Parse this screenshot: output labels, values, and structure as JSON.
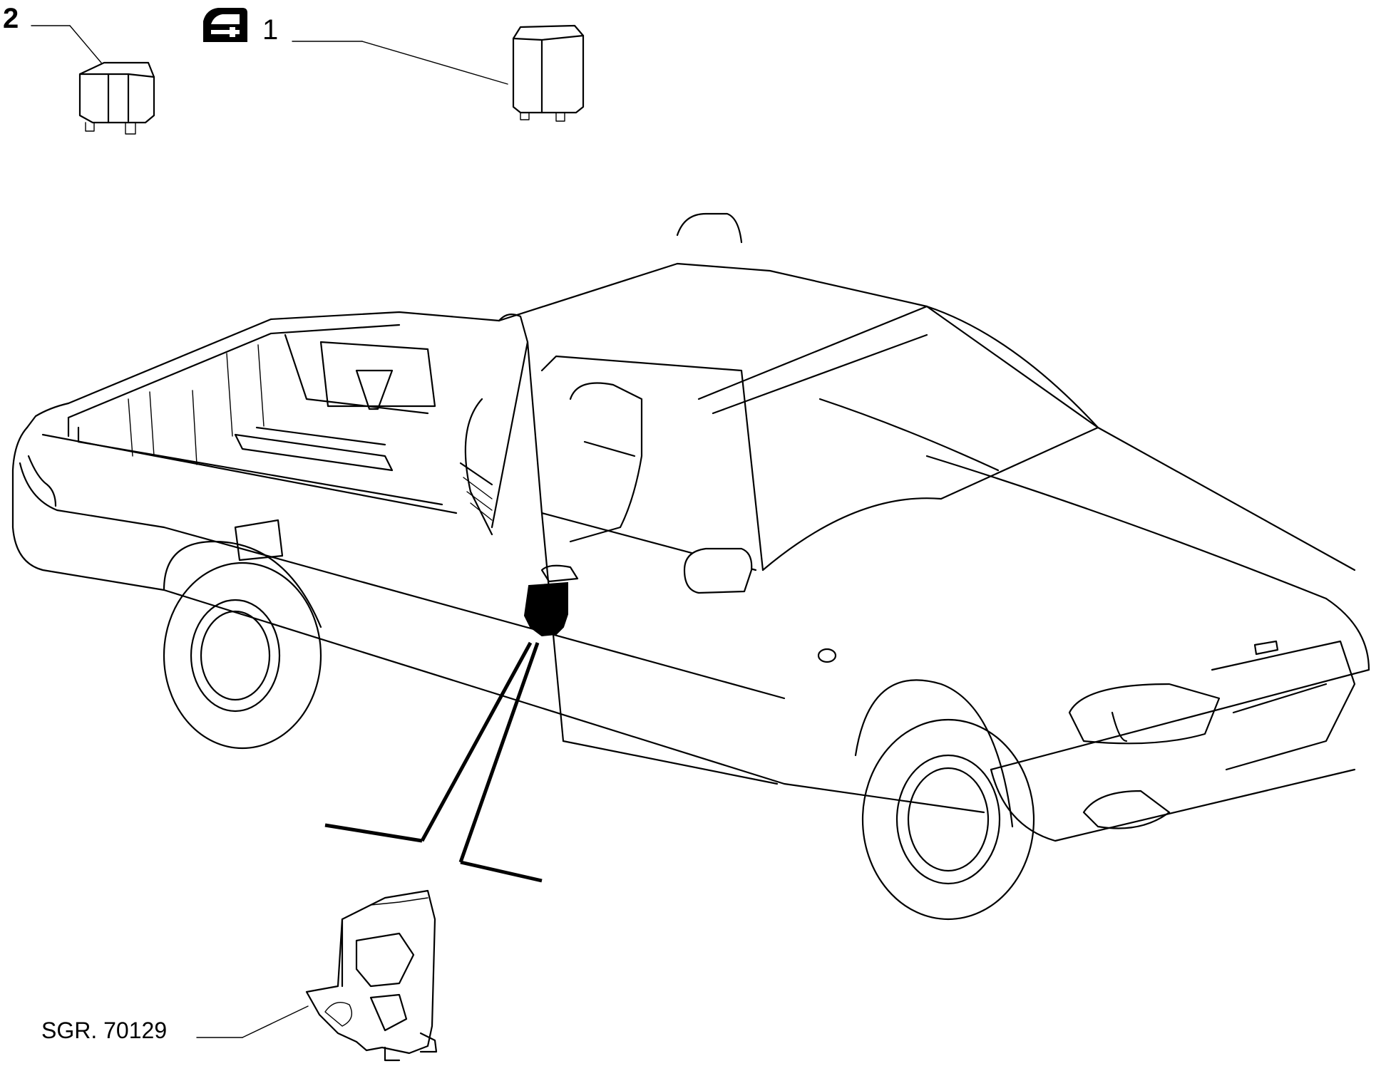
{
  "callouts": {
    "item_2": "2",
    "item_1": "1",
    "reference": "SGR. 70129"
  },
  "icons": {
    "door_lock_symbol": "door-key-icon"
  },
  "colors": {
    "ink": "#000000",
    "paper": "#ffffff"
  }
}
